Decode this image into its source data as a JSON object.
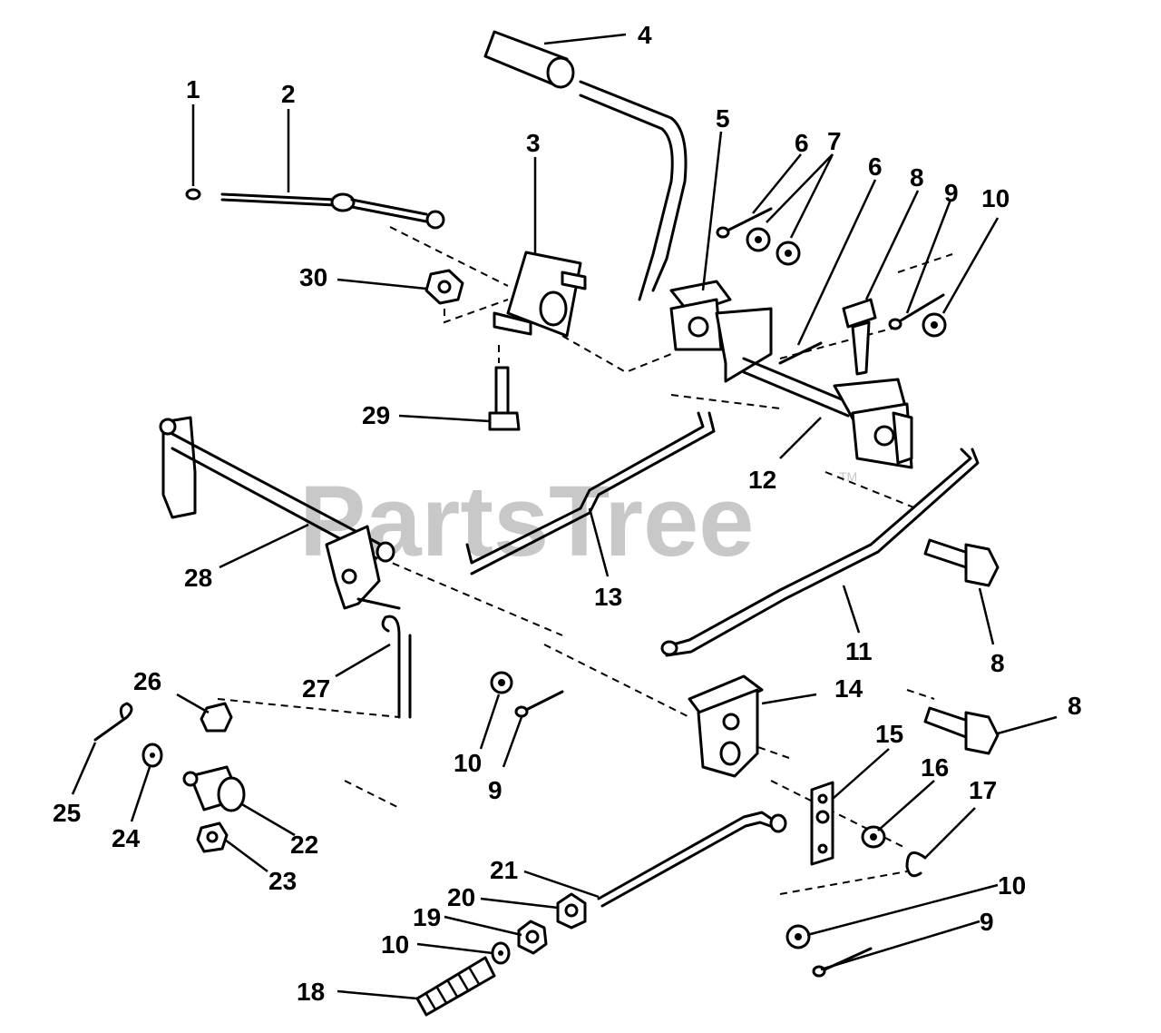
{
  "watermark": {
    "text": "PartsTree",
    "tm": "TM"
  },
  "callouts": [
    {
      "id": "c1",
      "label": "1"
    },
    {
      "id": "c2",
      "label": "2"
    },
    {
      "id": "c3",
      "label": "3"
    },
    {
      "id": "c4",
      "label": "4"
    },
    {
      "id": "c5",
      "label": "5"
    },
    {
      "id": "c6a",
      "label": "6"
    },
    {
      "id": "c7",
      "label": "7"
    },
    {
      "id": "c6b",
      "label": "6"
    },
    {
      "id": "c8a",
      "label": "8"
    },
    {
      "id": "c9a",
      "label": "9"
    },
    {
      "id": "c10a",
      "label": "10"
    },
    {
      "id": "c30",
      "label": "30"
    },
    {
      "id": "c29",
      "label": "29"
    },
    {
      "id": "c12",
      "label": "12"
    },
    {
      "id": "c28",
      "label": "28"
    },
    {
      "id": "c13",
      "label": "13"
    },
    {
      "id": "c8b",
      "label": "8"
    },
    {
      "id": "c11",
      "label": "11"
    },
    {
      "id": "c27",
      "label": "27"
    },
    {
      "id": "c14",
      "label": "14"
    },
    {
      "id": "c8c",
      "label": "8"
    },
    {
      "id": "c26",
      "label": "26"
    },
    {
      "id": "c10b",
      "label": "10"
    },
    {
      "id": "c9b",
      "label": "9"
    },
    {
      "id": "c15",
      "label": "15"
    },
    {
      "id": "c16",
      "label": "16"
    },
    {
      "id": "c17",
      "label": "17"
    },
    {
      "id": "c25",
      "label": "25"
    },
    {
      "id": "c24",
      "label": "24"
    },
    {
      "id": "c22",
      "label": "22"
    },
    {
      "id": "c23",
      "label": "23"
    },
    {
      "id": "c21",
      "label": "21"
    },
    {
      "id": "c10c",
      "label": "10"
    },
    {
      "id": "c20",
      "label": "20"
    },
    {
      "id": "c19",
      "label": "19"
    },
    {
      "id": "c9c",
      "label": "9"
    },
    {
      "id": "c10d",
      "label": "10"
    },
    {
      "id": "c18",
      "label": "18"
    }
  ]
}
